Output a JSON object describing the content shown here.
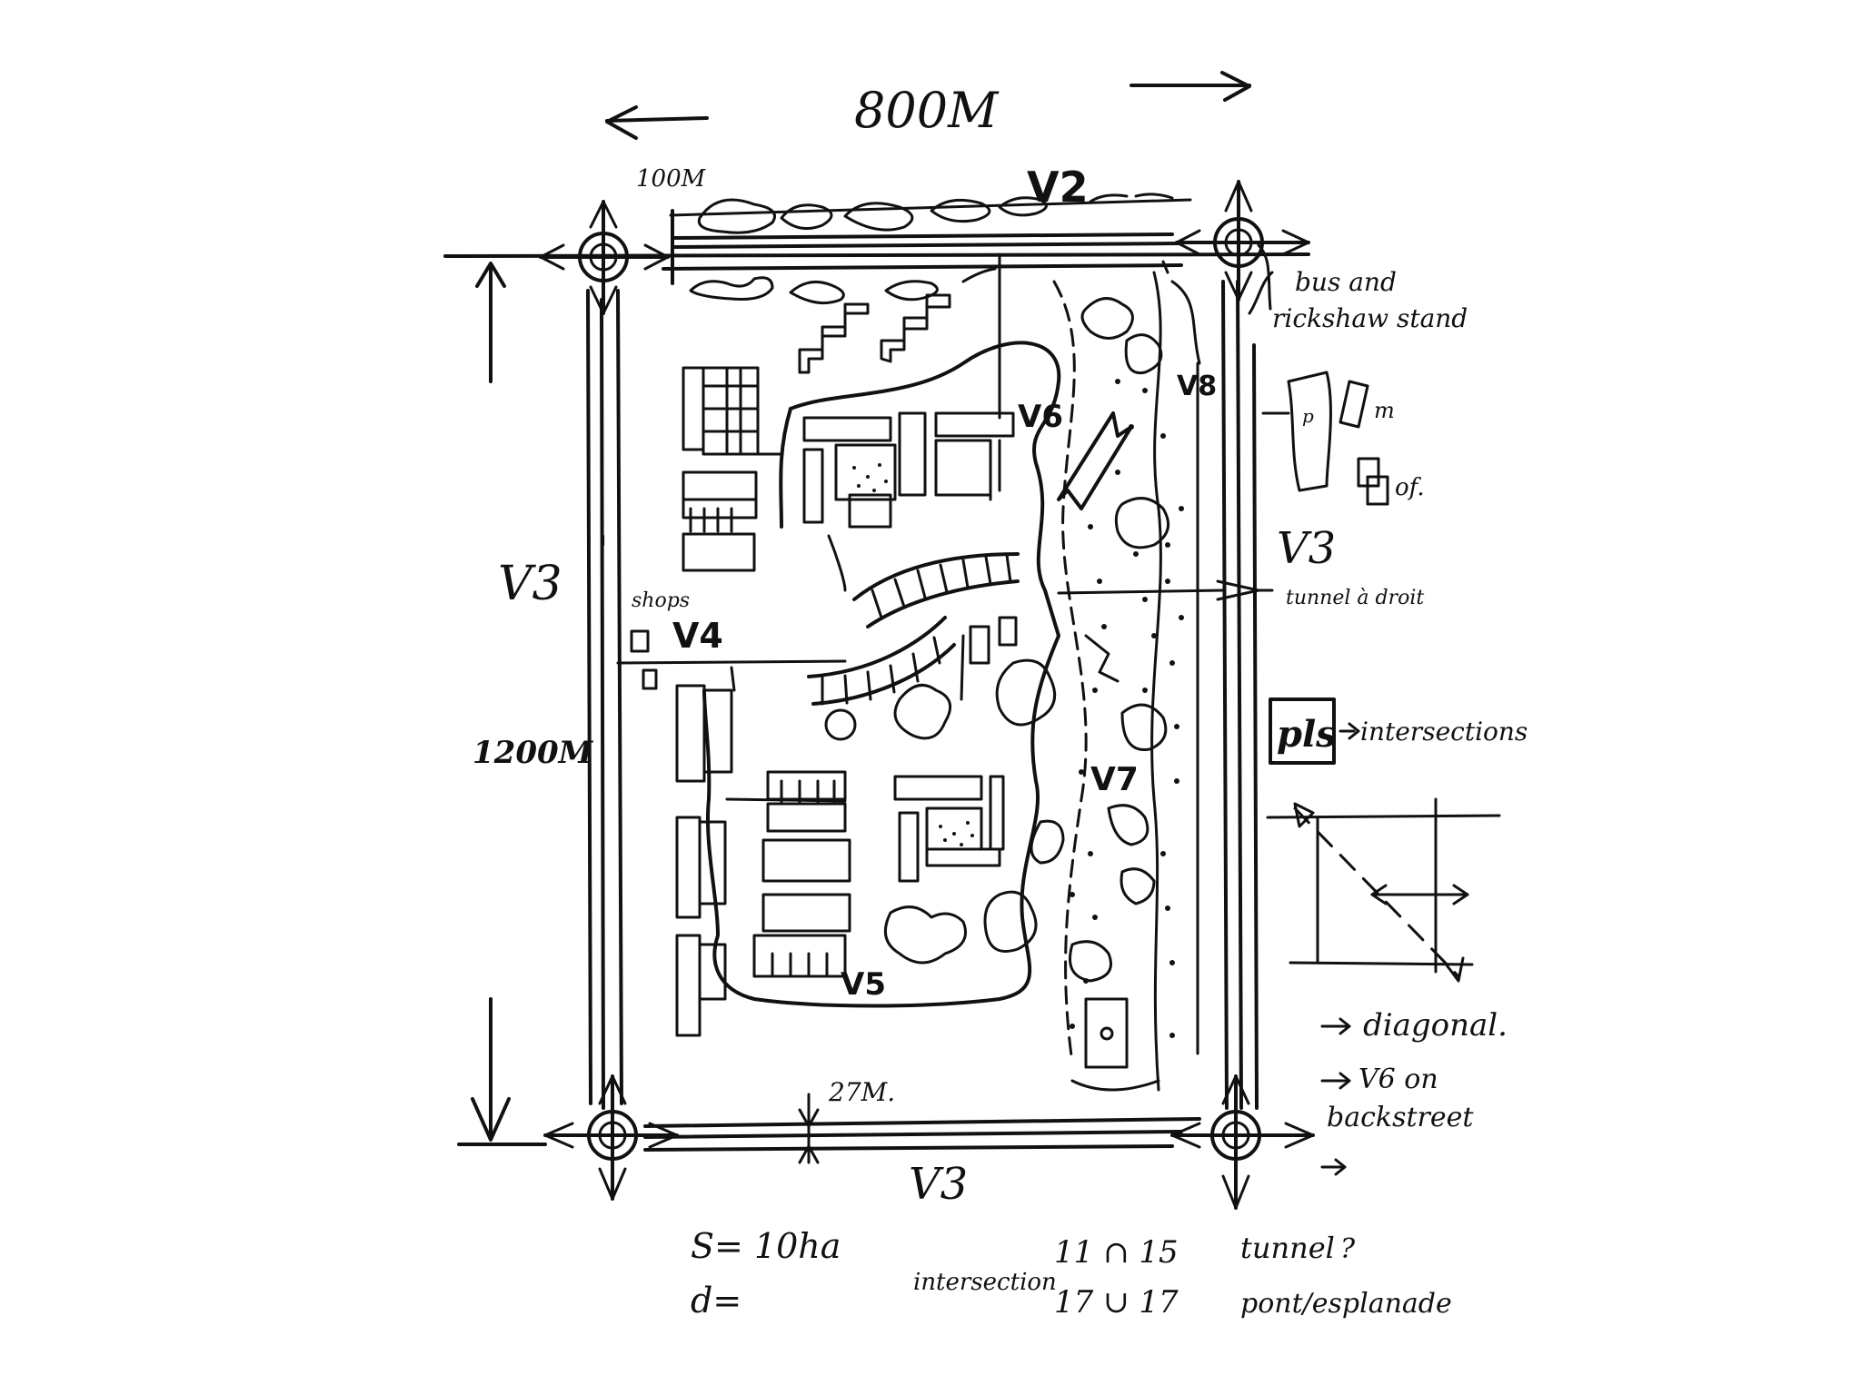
{
  "sheet": {
    "dimension_top": "800M",
    "dimension_side": "1200M",
    "dimension_corner": "100M",
    "dimension_street": "27M."
  },
  "roads": {
    "v2": "V2",
    "v3_left": "V3",
    "v3_right": "V3",
    "v3_bottom": "V3",
    "v4": "V4",
    "v5": "V5",
    "v6": "V6",
    "v7": "V7",
    "v8": "V8"
  },
  "notes": {
    "bus_line1": "bus and",
    "bus_line2": "rickshaw stand",
    "m": "m",
    "of": "of.",
    "p": "p",
    "tunnel": "tunnel à droit",
    "shops": "shops",
    "pls": "pls",
    "intersections": "intersections",
    "diagonal": "diagonal.",
    "v6_backstreet_1": "V6 on",
    "v6_backstreet_2": "backstreet"
  },
  "formulas": {
    "s": "S= 10ha",
    "d": "d=",
    "intersection": "intersection",
    "row1_nums": "11 ∩ 15",
    "row1_word": "tunnel",
    "row1_q": "?",
    "row2_nums": "17 ∪ 17",
    "row2_word": "pont/esplanade"
  },
  "colors": {
    "ink": "#111111",
    "paper": "#ffffff"
  },
  "icons": [
    "roundabout-icon",
    "arrow-icon",
    "tree-icon",
    "building-icon"
  ]
}
